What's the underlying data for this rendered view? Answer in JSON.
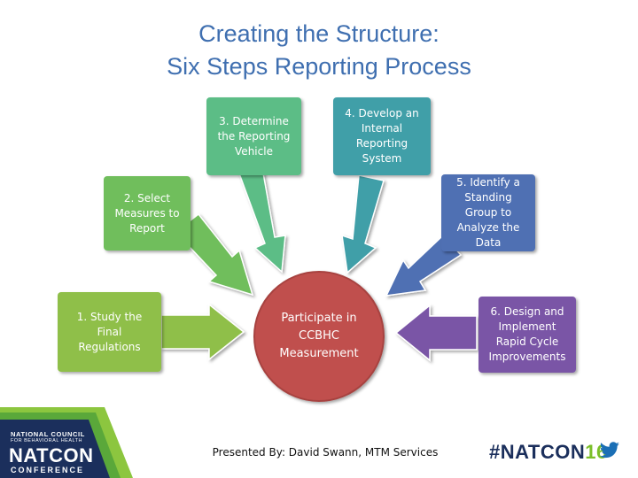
{
  "title": {
    "line1": "Creating the Structure:",
    "line2": "Six Steps Reporting Process"
  },
  "steps": [
    {
      "label": "1. Study the\nFinal\nRegulations",
      "color": "#8fbf4a"
    },
    {
      "label": "2. Select\nMeasures to\nReport",
      "color": "#6fbe5c"
    },
    {
      "label": "3. Determine\nthe Reporting\nVehicle",
      "color": "#5bbd86"
    },
    {
      "label": "4. Develop an\nInternal\nReporting\nSystem",
      "color": "#3f9fa8"
    },
    {
      "label": "5. Identify a\nStanding\nGroup to\nAnalyze the\nData",
      "color": "#4f6fb3"
    },
    {
      "label": "6. Design and\nImplement\nRapid Cycle\nImprovements",
      "color": "#7a55a6"
    }
  ],
  "center": {
    "label": "Participate in\nCCBHC\nMeasurement",
    "color": "#c0504d"
  },
  "presenter": "Presented By: David Swann, MTM Services",
  "logo": {
    "line1": "NATIONAL COUNCIL",
    "line2": "FOR BEHAVIORAL HEALTH",
    "line3": "NATCON",
    "line4": "CONFERENCE"
  },
  "hashtag": {
    "main": "#NATCON",
    "year": "16"
  }
}
